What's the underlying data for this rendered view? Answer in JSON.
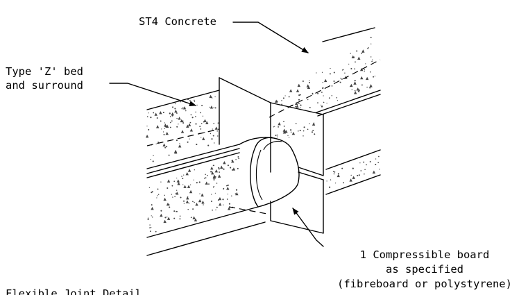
{
  "labels": {
    "concrete": "ST4 Concrete",
    "bed_line1": "Type 'Z' bed",
    "bed_line2": "and surround",
    "board_line1": "1 Compressible board",
    "board_line2": "as specified",
    "board_line3": "(fibreboard or polystyrene)",
    "detail_title": "Flexible Joint Detail"
  }
}
